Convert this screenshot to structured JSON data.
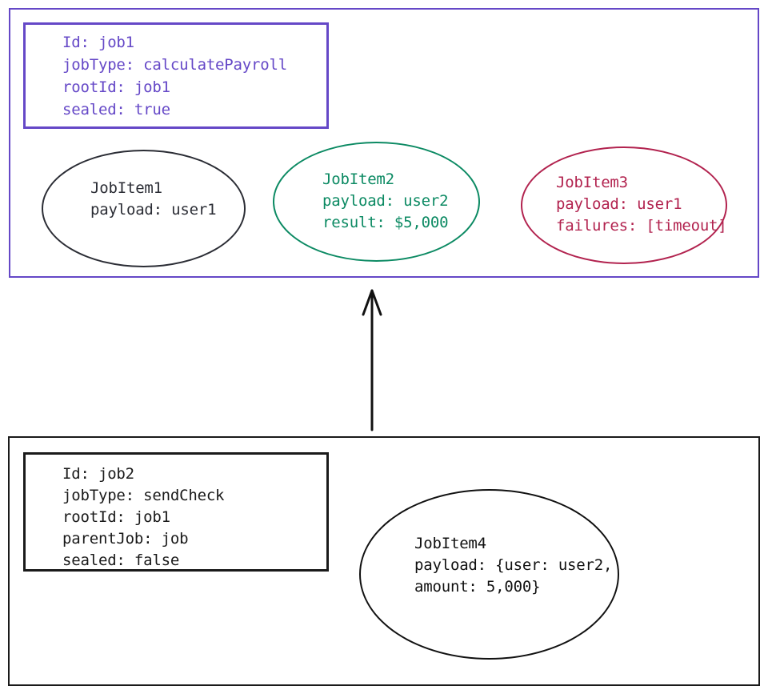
{
  "colors": {
    "purple": "#6548c7",
    "green": "#0c8a63",
    "crimson": "#b2234f",
    "dark": "#1a1a1a"
  },
  "job1": {
    "meta": [
      "Id: job1",
      "jobType: calculatePayroll",
      "rootId: job1",
      "sealed: true"
    ],
    "items": [
      {
        "lines": [
          "JobItem1",
          "payload: user1"
        ]
      },
      {
        "lines": [
          "JobItem2",
          "payload: user2",
          "result: $5,000"
        ]
      },
      {
        "lines": [
          "JobItem3",
          "payload: user1",
          "failures: [timeout]"
        ]
      }
    ]
  },
  "job2": {
    "meta": [
      "Id: job2",
      "jobType: sendCheck",
      "rootId: job1",
      "parentJob: job",
      "sealed: false"
    ],
    "items": [
      {
        "lines": [
          "JobItem4",
          "payload: {user: user2,",
          "amount: 5,000}"
        ]
      }
    ]
  }
}
